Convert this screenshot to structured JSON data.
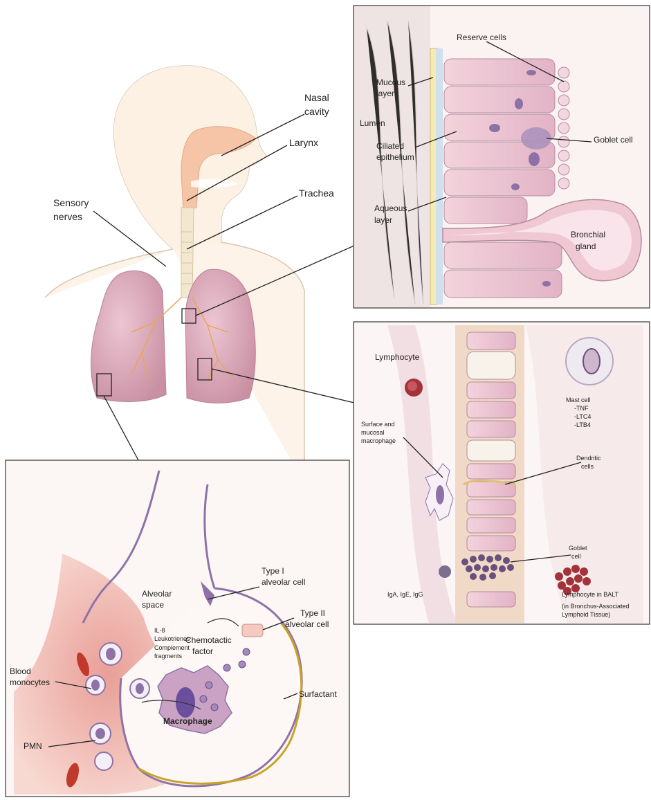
{
  "overview": {
    "labels": {
      "nasal_cavity": [
        "Nasal",
        "cavity"
      ],
      "larynx": "Larynx",
      "trachea": "Trachea",
      "sensory_nerves": [
        "Sensory",
        "nerves"
      ]
    }
  },
  "airway_panel": {
    "labels": {
      "reserve_cells": "Reserve cells",
      "mucous_layer": [
        "Mucous",
        "layer"
      ],
      "lumen": "Lumen",
      "goblet_cell": "Goblet cell",
      "ciliated_epithelium": [
        "Ciliated",
        "epithelium"
      ],
      "aqueous_layer": [
        "Aqueous",
        "layer"
      ],
      "bronchial_gland": [
        "Bronchial",
        "gland"
      ]
    }
  },
  "immune_panel": {
    "labels": {
      "lymphocyte": "Lymphocyte",
      "mast_cell": [
        "Mast cell",
        "-TNF",
        "-LTC4",
        "-LTB4"
      ],
      "macrophage": [
        "Surface and",
        "mucosal",
        "macrophage"
      ],
      "dendritic_cells": [
        "Dendritic",
        "cells"
      ],
      "goblet_cell": [
        "Goblet",
        "cell"
      ],
      "immunoglobulins": "IgA, IgE, IgG",
      "balt": [
        "Lymphocyte in BALT",
        "(in Bronchus-Associated",
        "Lymphoid Tissue)"
      ]
    }
  },
  "alveolus_panel": {
    "labels": {
      "type1_cell": [
        "Type I",
        "alveolar cell"
      ],
      "alveolar_space": [
        "Alveolar",
        "space"
      ],
      "type2_cell": [
        "Type II",
        "alveolar cell"
      ],
      "mediators": [
        "IL-8",
        "Leukotrienes",
        "Complement",
        "fragments"
      ],
      "chemotactic_factor": [
        "Chemotactic",
        "factor"
      ],
      "blood_monocytes": [
        "Blood",
        "monocytes"
      ],
      "surfactant": "Surfactant",
      "macrophage": "Macrophage",
      "pmn": "PMN"
    }
  },
  "colors": {
    "skin": "#fbeee0",
    "airway_tissue": "#f6c4a6",
    "lung": "#dcaab8",
    "cell_purple": "#b89bd0",
    "surfactant": "#c9a227"
  }
}
